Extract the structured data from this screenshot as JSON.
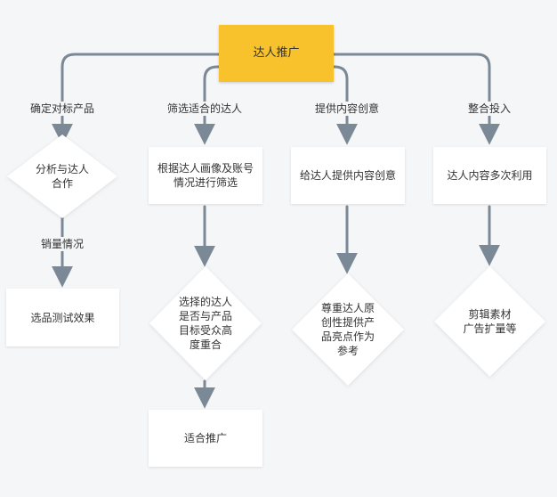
{
  "colors": {
    "root_fill": "#f8c22c",
    "connector": "#7b8896",
    "node_fill": "#ffffff",
    "background": "#f5f6f8"
  },
  "root": {
    "text": "达人推广"
  },
  "branches": [
    {
      "label": "确定对标产品",
      "step1": "分析与达人\n合作",
      "label2": "销量情况",
      "step2": "选品测试效果"
    },
    {
      "label": "筛选适合的达人",
      "step1": "根据达人画像及账号\n情况进行筛选",
      "step2": "选择的达人\n是否与产品\n目标受众高\n度重合",
      "step3": "适合推广"
    },
    {
      "label": "提供内容创意",
      "step1": "给达人提供内容创意",
      "step2": "尊重达人原\n创性提供产\n品亮点作为\n参考"
    },
    {
      "label": "整合投入",
      "step1": "达人内容多次利用",
      "step2": "剪辑素材\n广告扩量等"
    }
  ]
}
